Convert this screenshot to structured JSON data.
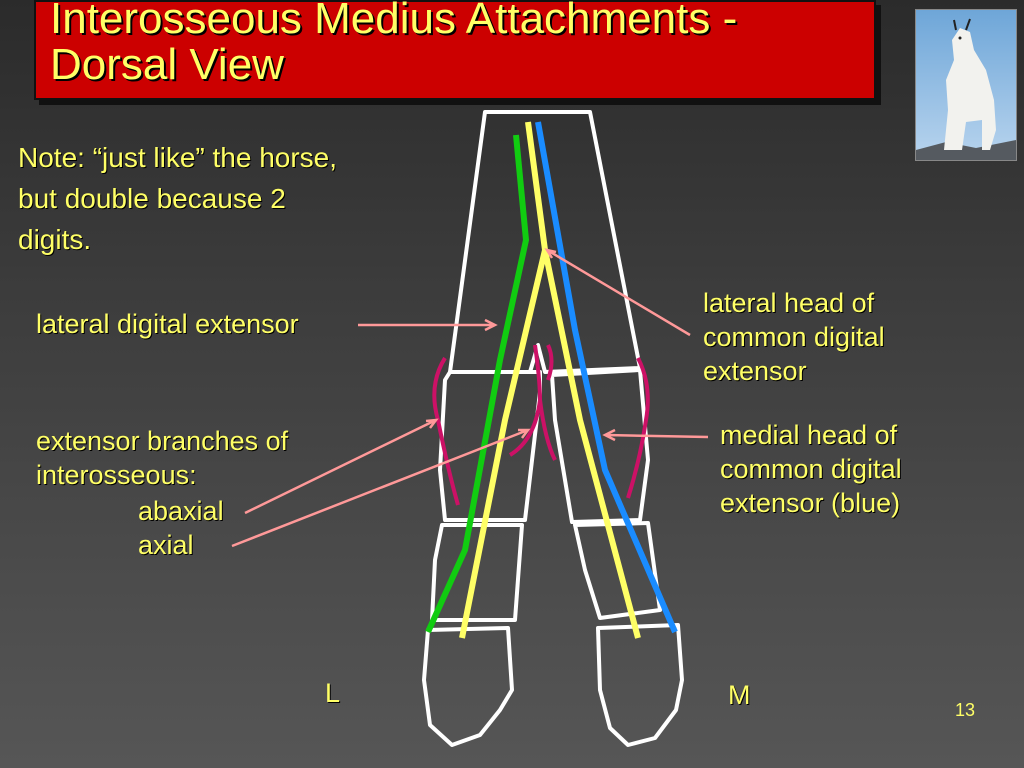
{
  "slide": {
    "title": "Interosseous Medius Attachments - Dorsal View",
    "note": "Note: “just like” the horse, but double because 2 digits.",
    "page_number": "13"
  },
  "labels": {
    "lateral_digital_extensor": "lateral digital extensor",
    "lateral_head_common": "lateral head of common digital extensor",
    "extensor_branches": "extensor branches of interosseous:",
    "abaxial": "abaxial",
    "axial": "axial",
    "medial_head_common": "medial head of common digital extensor (blue)",
    "L": "L",
    "M": "M"
  },
  "colors": {
    "title_bg": "#cc0000",
    "text": "#ffff66",
    "bone_outline": "#ffffff",
    "tendon_green": "#11cc11",
    "tendon_yellow": "#ffff66",
    "tendon_blue": "#1a8cff",
    "interosseous_magenta": "#cc1166",
    "pointer": "#ff9999"
  },
  "photo": {
    "subject": "mountain-goat"
  }
}
